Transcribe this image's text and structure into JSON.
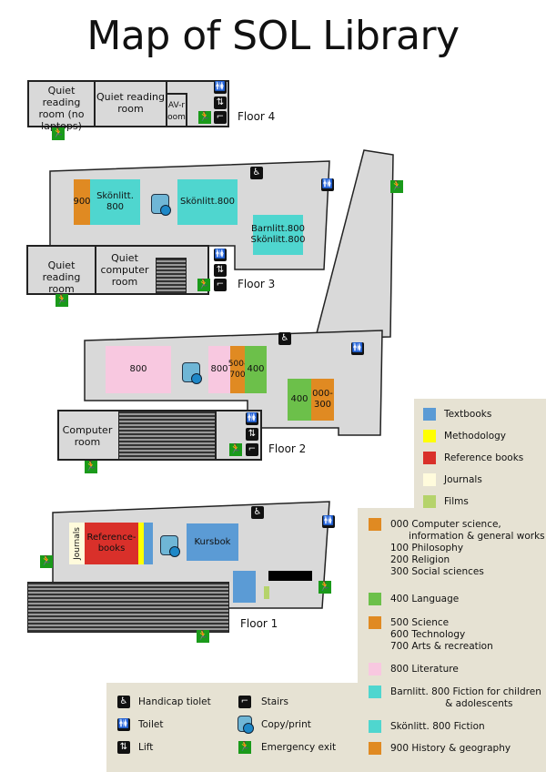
{
  "title": "Map of SOL Library",
  "colors": {
    "floor": "#d9d9d9",
    "textbooks": "#5b9bd5",
    "methodology": "#ffff00",
    "reference": "#d9302a",
    "journals": "#fffbdc",
    "films": "#b5d36b",
    "orange": "#e08a22",
    "green": "#6cc04a",
    "pink": "#f8c8e0",
    "cyan": "#4fd6cf",
    "legend_bg": "#e6e2d3"
  },
  "floors": {
    "floor4": {
      "label": "Floor 4",
      "rooms": [
        "Quiet reading room (no laptops)",
        "Quiet reading room",
        "AV-room"
      ]
    },
    "floor3": {
      "label": "Floor 3",
      "rooms": [
        "Quiet reading room",
        "Quiet computer room"
      ],
      "shelves": [
        "900",
        "Skönlitt. 800",
        "Skönlitt.800",
        "Barnlitt.800 Skönlitt.800"
      ]
    },
    "floor2": {
      "label": "Floor 2",
      "rooms": [
        "Computer room"
      ],
      "shelves": [
        "800",
        "800",
        "500-700",
        "400",
        "400",
        "000-300"
      ]
    },
    "floor1": {
      "label": "Floor 1",
      "shelves": [
        "Journals",
        "Reference-books",
        "Kursbok"
      ]
    }
  },
  "legend_colors": [
    {
      "label": "Textbooks",
      "color": "#5b9bd5"
    },
    {
      "label": "Methodology",
      "color": "#ffff00"
    },
    {
      "label": "Reference books",
      "color": "#d9302a"
    },
    {
      "label": "Journals",
      "color": "#fffbdc"
    },
    {
      "label": "Films",
      "color": "#b5d36b"
    }
  ],
  "legend_classes": [
    {
      "label": "000 Computer science,\n      information & general works\n100 Philosophy\n200 Religion\n300 Social sciences",
      "color": "#e08a22"
    },
    {
      "label": "400 Language",
      "color": "#6cc04a"
    },
    {
      "label": "500 Science\n600 Technology\n700 Arts & recreation",
      "color": "#e08a22"
    },
    {
      "label": "800 Literature",
      "color": "#f8c8e0"
    },
    {
      "label": "Barnlitt. 800 Fiction for children\n                  & adolescents",
      "color": "#4fd6cf"
    },
    {
      "label": "Skönlitt. 800 Fiction",
      "color": "#4fd6cf"
    },
    {
      "label": "900 History & geography",
      "color": "#e08a22"
    }
  ],
  "legend_icons": [
    {
      "label": "Handicap tiolet",
      "icon": "wheelchair-icon"
    },
    {
      "label": "Toilet",
      "icon": "toilet-icon"
    },
    {
      "label": "Lift",
      "icon": "lift-icon"
    },
    {
      "label": "Stairs",
      "icon": "stairs-icon"
    },
    {
      "label": "Copy/print",
      "icon": "copy-print-icon"
    },
    {
      "label": "Emergency exit",
      "icon": "emergency-exit-icon"
    }
  ],
  "icons": {
    "wheelchair": "♿",
    "toilet": "🚻",
    "lift": "⇅",
    "stairs": "⌐",
    "exit": "🏃"
  }
}
